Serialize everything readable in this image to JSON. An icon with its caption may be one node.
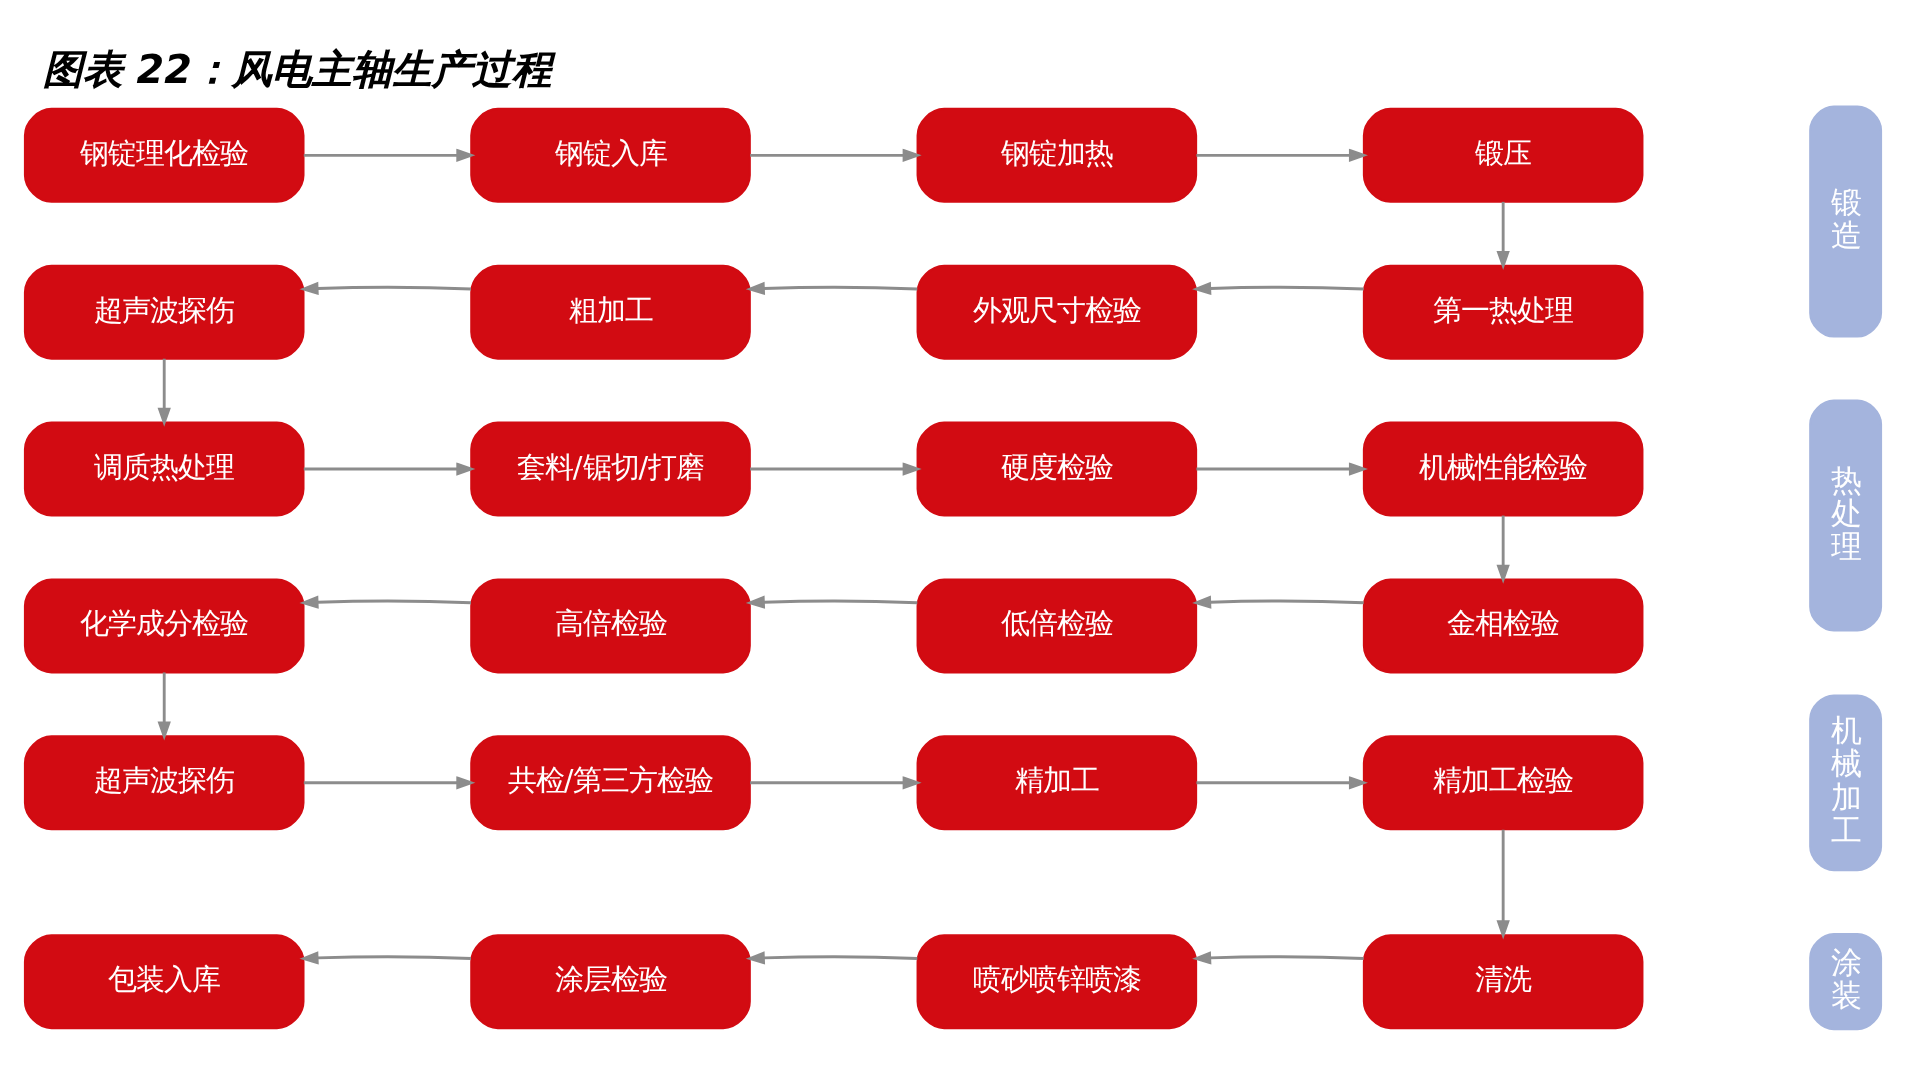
{
  "diagram": {
    "title": "图表 22：风电主轴生产过程",
    "nodes": [
      {
        "text": [
          "钢锭理化检验"
        ]
      },
      {
        "text": [
          "钢锭入库"
        ]
      },
      {
        "text": [
          "钢锭加热"
        ]
      },
      {
        "text": [
          "锻压"
        ]
      },
      {
        "text": [
          "超声波探伤"
        ]
      },
      {
        "text": [
          "粗加工"
        ]
      },
      {
        "text": [
          "外观尺寸检验"
        ]
      },
      {
        "text": [
          "第一热处理"
        ]
      },
      {
        "text": [
          "调质热处理"
        ]
      },
      {
        "text": [
          "套料/锯切/打磨"
        ]
      },
      {
        "text": [
          "硬度检验"
        ]
      },
      {
        "text": [
          "机械性能检验"
        ]
      },
      {
        "text": [
          "化学成分检验"
        ]
      },
      {
        "text": [
          "高倍检验"
        ]
      },
      {
        "text": [
          "低倍检验"
        ]
      },
      {
        "text": [
          "金相检验"
        ]
      },
      {
        "text": [
          "超声波探伤"
        ]
      },
      {
        "text": [
          "共检/第三方检验"
        ]
      },
      {
        "text": [
          "精加工"
        ]
      },
      {
        "text": [
          "精加工检验"
        ]
      },
      {
        "text": [
          "包装入库"
        ]
      },
      {
        "text": [
          "涂层检验"
        ]
      },
      {
        "text": [
          "喷砂喷锌喷漆"
        ]
      },
      {
        "text": [
          "清洗"
        ]
      },
      {
        "text": [
          "锻造"
        ]
      },
      {
        "text": [
          "热处理"
        ]
      },
      {
        "text": [
          "机械加工"
        ]
      },
      {
        "text": [
          "涂装"
        ]
      }
    ],
    "edges": [
      {
        "from": 0,
        "to": 1,
        "arrow": "to"
      },
      {
        "from": 1,
        "to": 2,
        "arrow": "to"
      },
      {
        "from": 2,
        "to": 3,
        "arrow": "to"
      },
      {
        "from": 3,
        "to": 7,
        "arrow": "to"
      },
      {
        "from": 7,
        "to": 6,
        "arrow": "to"
      },
      {
        "from": 6,
        "to": 5,
        "arrow": "to"
      },
      {
        "from": 5,
        "to": 4,
        "arrow": "to"
      },
      {
        "from": 4,
        "to": 8,
        "arrow": "to"
      },
      {
        "from": 8,
        "to": 9,
        "arrow": "to"
      },
      {
        "from": 9,
        "to": 10,
        "arrow": "to"
      },
      {
        "from": 10,
        "to": 11,
        "arrow": "to"
      },
      {
        "from": 11,
        "to": 15,
        "arrow": "to"
      },
      {
        "from": 15,
        "to": 14,
        "arrow": "to"
      },
      {
        "from": 14,
        "to": 13,
        "arrow": "to"
      },
      {
        "from": 13,
        "to": 12,
        "arrow": "to"
      },
      {
        "from": 12,
        "to": 16,
        "arrow": "to"
      },
      {
        "from": 16,
        "to": 17,
        "arrow": "to"
      },
      {
        "from": 17,
        "to": 18,
        "arrow": "to"
      },
      {
        "from": 18,
        "to": 19,
        "arrow": "to"
      },
      {
        "from": 19,
        "to": 23,
        "arrow": "to"
      },
      {
        "from": 23,
        "to": 22,
        "arrow": "to"
      },
      {
        "from": 22,
        "to": 21,
        "arrow": "to"
      },
      {
        "from": 21,
        "to": 20,
        "arrow": "to"
      }
    ]
  }
}
